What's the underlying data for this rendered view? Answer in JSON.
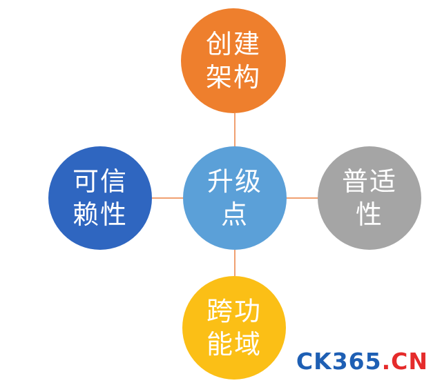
{
  "diagram": {
    "connector_color": "#f0a070",
    "nodes": {
      "top": {
        "label": "创建\n架构",
        "color": "#ee7f2d"
      },
      "left": {
        "label": "可信\n赖性",
        "color": "#2f66c0"
      },
      "center": {
        "label": "升级\n点",
        "color": "#5ba0d8"
      },
      "right": {
        "label": "普适\n性",
        "color": "#a5a5a5"
      },
      "bottom": {
        "label": "跨功\n能域",
        "color": "#fbbf16"
      }
    }
  },
  "watermark": {
    "part1": "CK",
    "part2": "365",
    "part3": ".",
    "part4": "CN",
    "color_primary": "#1e5fb4",
    "color_secondary": "#e52b2b"
  }
}
